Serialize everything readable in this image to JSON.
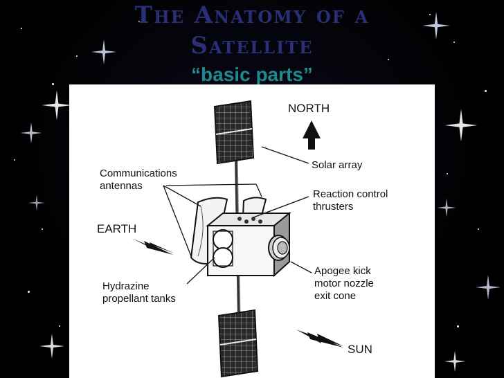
{
  "slide": {
    "title_line1": "The Anatomy of a",
    "title_line2": "Satellite",
    "subtitle": "“basic parts”"
  },
  "diagram": {
    "labels": {
      "north": "NORTH",
      "solar_array": "Solar array",
      "comm_line1": "Communications",
      "comm_line2": "antennas",
      "rcs_line1": "Reaction control",
      "rcs_line2": "thrusters",
      "earth": "EARTH",
      "apogee_line1": "Apogee kick",
      "apogee_line2": "motor nozzle",
      "apogee_line3": "exit cone",
      "hydra_line1": "Hydrazine",
      "hydra_line2": "propellant tanks",
      "sun": "SUN"
    }
  },
  "colors": {
    "title": "#2a2f7a",
    "subtitle": "#1f8a8f",
    "background": "#000000",
    "panel": "#ffffff"
  }
}
